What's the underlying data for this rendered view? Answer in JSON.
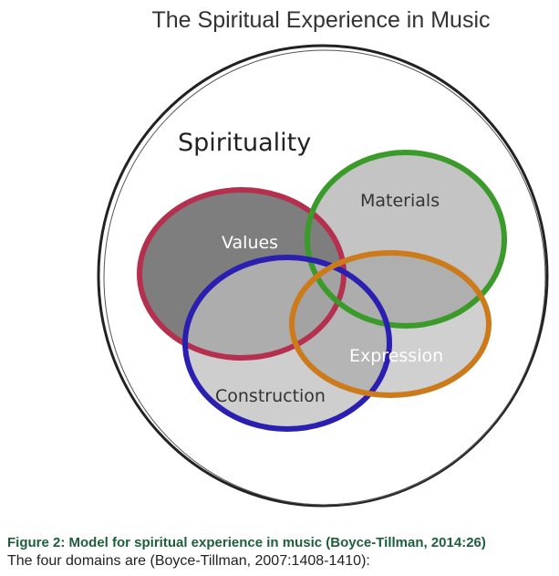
{
  "diagram": {
    "title": "The Spiritual Experience in Music",
    "outer_label": "Spirituality",
    "domains": [
      {
        "label": "Values",
        "color": "#b5304f"
      },
      {
        "label": "Materials",
        "color": "#3a9a2a"
      },
      {
        "label": "Construction",
        "color": "#2a1fb0"
      },
      {
        "label": "Expression",
        "color": "#cc7a1a"
      }
    ]
  },
  "caption": "Figure 2: Model for spiritual experience in music (Boyce-Tillman, 2014:26)",
  "body_text": "The four domains are (Boyce-Tillman, 2007:1408-1410):"
}
